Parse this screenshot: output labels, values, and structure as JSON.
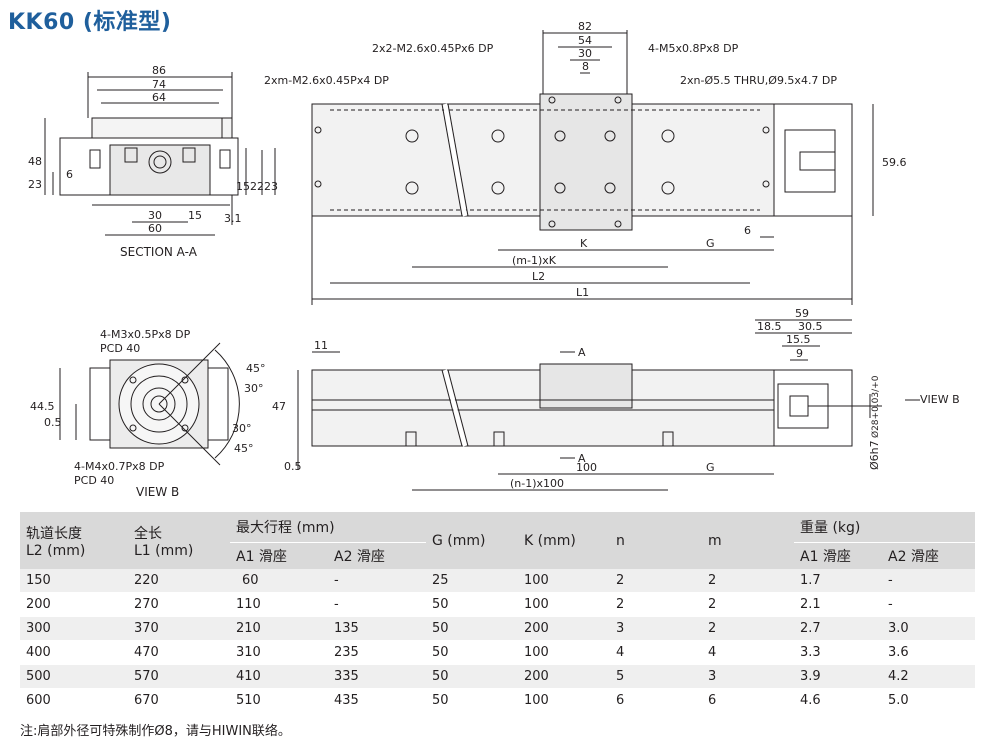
{
  "title": "KK60 (标准型)",
  "drawing": {
    "section_label": "SECTION A-A",
    "view_b_label": "VIEW B",
    "view_b_arrow_label": "VIEW B",
    "a_arrow_top": "A",
    "a_arrow_bottom": "A",
    "section_dims": {
      "d86": "86",
      "d74": "74",
      "d64": "64",
      "d48": "48",
      "d23l": "23",
      "d6": "6",
      "d15r": "15",
      "d22": "22",
      "d23r": "23",
      "d30": "30",
      "d15b": "15",
      "d60": "60",
      "d31": "3.1"
    },
    "top_notes": {
      "n1": "2x2-M2.6x0.45Px6 DP",
      "n2": "4-M5x0.8Px8 DP",
      "n3": "2xm-M2.6x0.45Px4 DP",
      "n4": "2xn-Ø5.5 THRU,Ø9.5x4.7 DP"
    },
    "top_dims": {
      "d82": "82",
      "d54": "54",
      "d30": "30",
      "d8": "8",
      "k": "K",
      "g": "G",
      "d6": "6",
      "m1k": "(m-1)xK",
      "l2": "L2",
      "l1": "L1",
      "d596": "59.6"
    },
    "viewb_notes": {
      "n1": "4-M3x0.5Px8 DP",
      "n1b": "PCD 40",
      "n2": "4-M4x0.7Px8 DP",
      "n2b": "PCD 40",
      "a45t": "45°",
      "a30t": "30°",
      "a30b": "30°",
      "a45b": "45°",
      "d445": "44.5",
      "d05": "0.5"
    },
    "side_dims": {
      "d11": "11",
      "d47": "47",
      "d05": "0.5",
      "d100": "100",
      "g": "G",
      "n1": "(n-1)x100",
      "d59": "59",
      "d185": "18.5",
      "d305": "30.5",
      "d155": "15.5",
      "d9": "9",
      "d28": "Ø28+0.03/+0",
      "d6h7": "Ø6h7"
    }
  },
  "table": {
    "headers": {
      "l2": "轨道长度 L2 (mm)",
      "l2_line1": "轨道长度",
      "l2_line2": "L2 (mm)",
      "l1_line1": "全长",
      "l1_line2": "L1 (mm)",
      "stroke": "最大行程 (mm)",
      "a1": "A1 滑座",
      "a2": "A2 滑座",
      "g": "G (mm)",
      "k": "K (mm)",
      "n": "n",
      "m": "m",
      "weight": "重量 (kg)",
      "wa1": "A1 滑座",
      "wa2": "A2 滑座"
    },
    "rows": [
      [
        "150",
        "220",
        "60",
        "-",
        "25",
        "100",
        "2",
        "2",
        "1.7",
        "-"
      ],
      [
        "200",
        "270",
        "110",
        "-",
        "50",
        "100",
        "2",
        "2",
        "2.1",
        "-"
      ],
      [
        "300",
        "370",
        "210",
        "135",
        "50",
        "200",
        "3",
        "2",
        "2.7",
        "3.0"
      ],
      [
        "400",
        "470",
        "310",
        "235",
        "50",
        "100",
        "4",
        "4",
        "3.3",
        "3.6"
      ],
      [
        "500",
        "570",
        "410",
        "335",
        "50",
        "200",
        "5",
        "3",
        "3.9",
        "4.2"
      ],
      [
        "600",
        "670",
        "510",
        "435",
        "50",
        "100",
        "6",
        "6",
        "4.6",
        "5.0"
      ]
    ]
  },
  "note": "注:肩部外径可特殊制作Ø8，请与HIWIN联络。",
  "colors": {
    "title": "#1f5f9c",
    "header_bg": "#d9d9d9",
    "row_alt": "#efefef"
  }
}
